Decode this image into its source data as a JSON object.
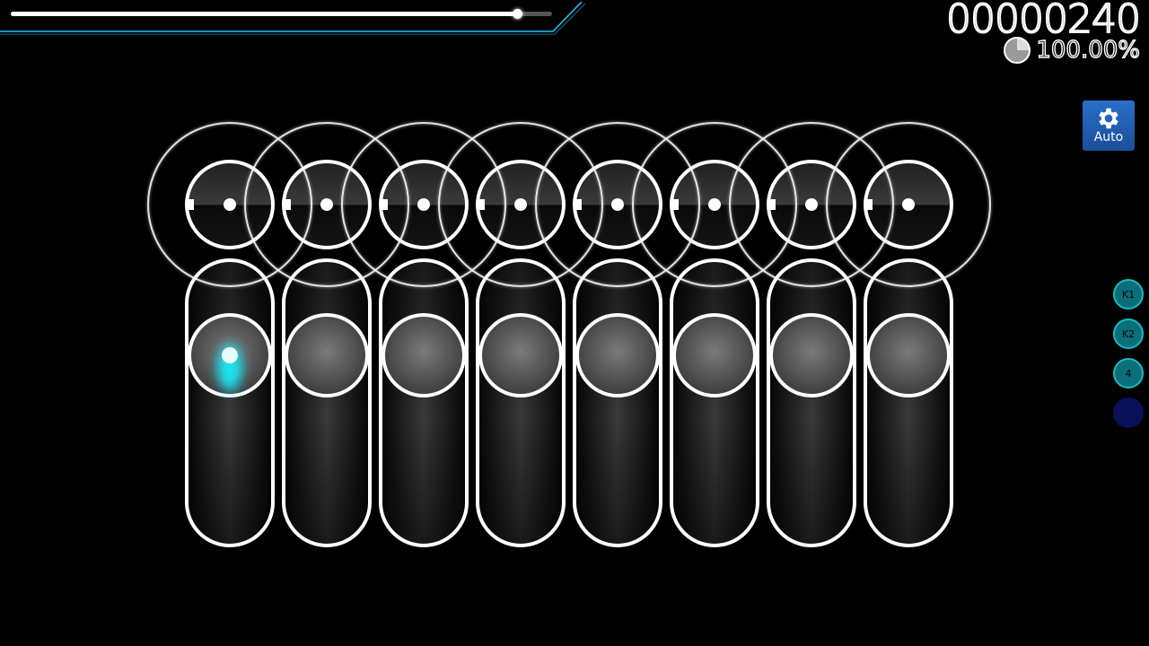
{
  "hud": {
    "score": "00000240",
    "accuracy": "100.00%",
    "progress": 0.935,
    "accent_color": "#1ec8ff"
  },
  "mods": {
    "auto_label": "Auto",
    "auto_icon": "gear-icon"
  },
  "key_overlay": [
    {
      "label": "K1",
      "active": true
    },
    {
      "label": "K2",
      "active": true
    },
    {
      "label": "4",
      "active": true
    },
    {
      "label": "",
      "active": false
    }
  ],
  "playfield": {
    "columns": 8,
    "highlighted_column": 0,
    "glow_color": "#17f0ff"
  }
}
